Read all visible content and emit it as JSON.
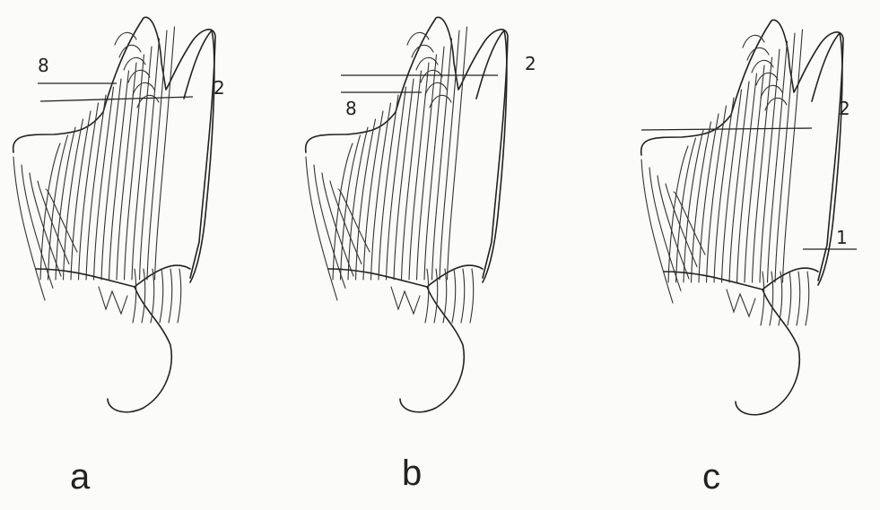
{
  "panels": [
    {
      "id": "a",
      "label": "a",
      "markers": [
        "8",
        "2"
      ]
    },
    {
      "id": "b",
      "label": "b",
      "markers": [
        "2",
        "8"
      ]
    },
    {
      "id": "c",
      "label": "c",
      "markers": [
        "2",
        "1"
      ]
    }
  ],
  "colors": {
    "ink": "#222222",
    "paper": "#fbfbf9"
  }
}
